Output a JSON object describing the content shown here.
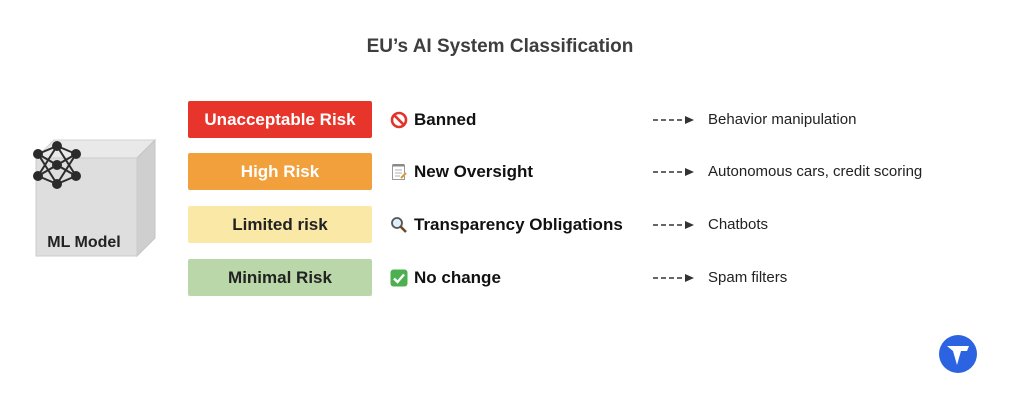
{
  "title": "EU’s AI System Classification",
  "model": {
    "label": "ML Model",
    "icon": "neural-network-icon"
  },
  "rows": [
    {
      "risk": "Unacceptable Risk",
      "risk_bg": "#e8352b",
      "risk_fg": "#ffffff",
      "icon": "prohibited-icon",
      "outcome": "Banned",
      "example": "Behavior manipulation"
    },
    {
      "risk": "High Risk",
      "risk_bg": "#f2a03c",
      "risk_fg": "#ffffff",
      "icon": "notepad-icon",
      "outcome": "New Oversight",
      "example": "Autonomous cars, credit scoring"
    },
    {
      "risk": "Limited risk",
      "risk_bg": "#fae8a6",
      "risk_fg": "#222222",
      "icon": "magnifier-icon",
      "outcome": "Transparency Obligations",
      "example": "Chatbots"
    },
    {
      "risk": "Minimal Risk",
      "risk_bg": "#b9d7a8",
      "risk_fg": "#222222",
      "icon": "check-mark-icon",
      "outcome": "No change",
      "example": "Spam filters"
    }
  ],
  "logo": {
    "icon": "brand-logo-icon",
    "color": "#2b63e0"
  }
}
